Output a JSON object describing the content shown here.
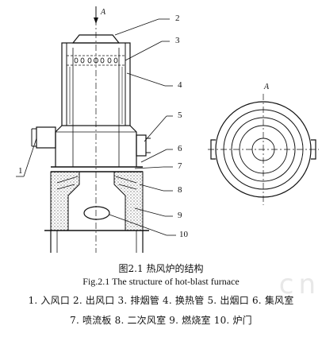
{
  "figure": {
    "view_marker": "A",
    "section_label": "A",
    "callouts": [
      "1",
      "2",
      "3",
      "4",
      "5",
      "6",
      "7",
      "8",
      "9",
      "10"
    ],
    "caption_zh": "图2.1  热风炉的结构",
    "caption_en": "Fig.2.1 The structure of hot-blast furnace",
    "legend_line1": "1. 入风口 2. 出风口 3. 排烟管 4. 换热管 5. 出烟口 6. 集风室",
    "legend_line2": "7. 喷流板 8. 二次风室 9. 燃烧室 10. 炉门"
  },
  "watermark": "cn"
}
